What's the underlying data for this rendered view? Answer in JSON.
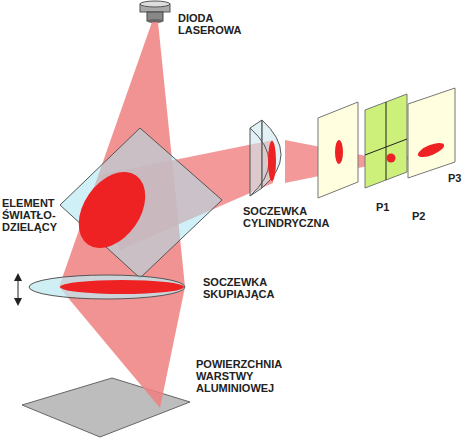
{
  "diagram": {
    "labels": [
      "DIODA LASEROWA",
      "ELEMENT ŚWIATŁO- DZIELĄCY",
      "SOCZEWKA CYLINDRYCZNA",
      "P1",
      "P2",
      "P3",
      "SOCZEWKA SKUPIAJĄCA",
      "POWIERZCHNIA WARSTWY ALUMINIOWEJ"
    ]
  }
}
